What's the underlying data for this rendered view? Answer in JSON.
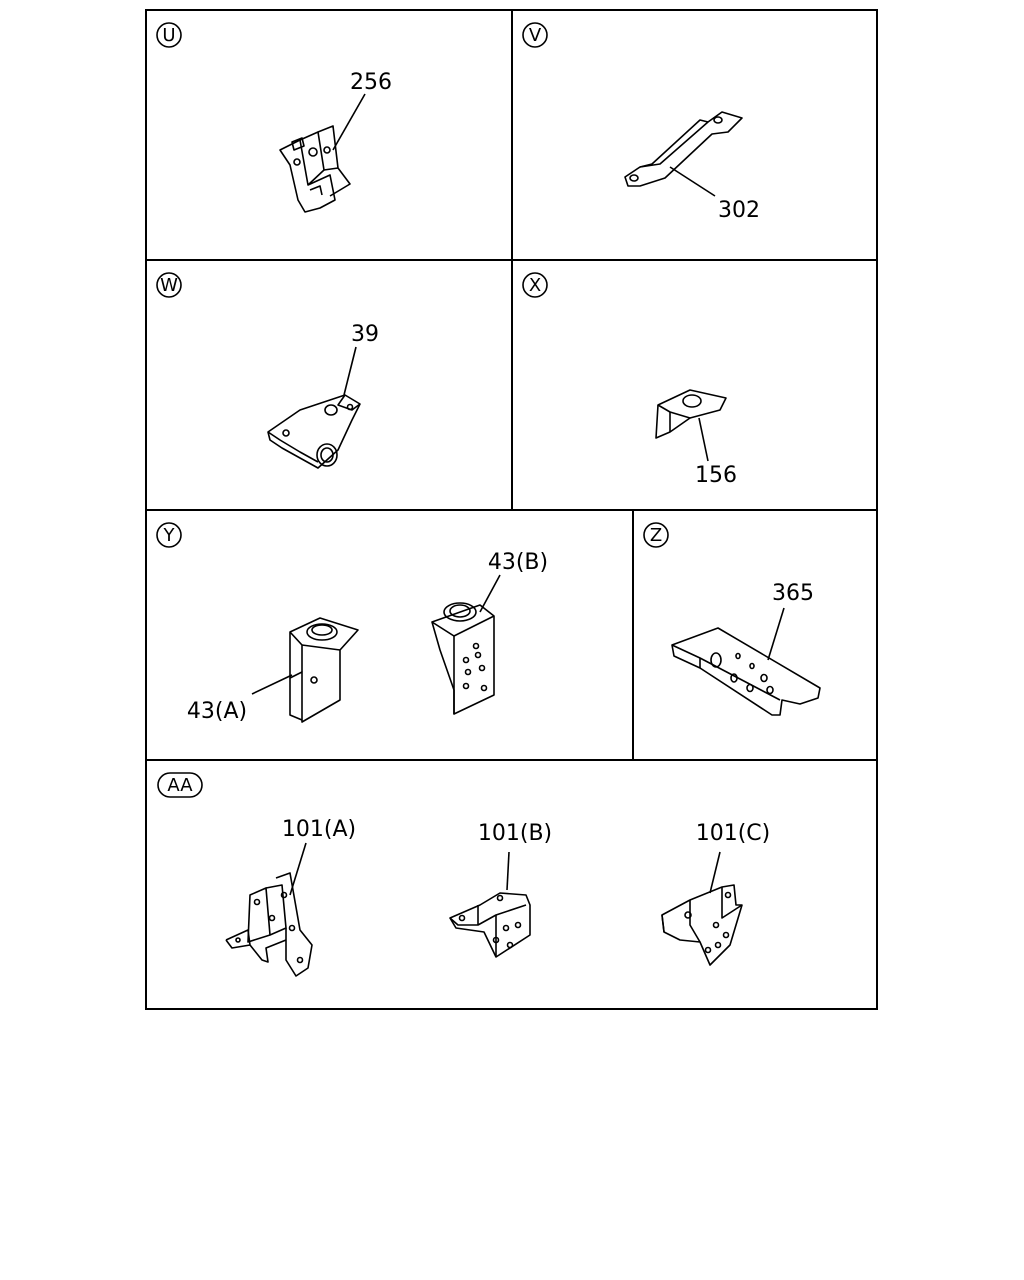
{
  "panels": {
    "u": {
      "tag": "U",
      "label": "256"
    },
    "v": {
      "tag": "V",
      "label": "302"
    },
    "w": {
      "tag": "W",
      "label": "39"
    },
    "x": {
      "tag": "X",
      "label": "156"
    },
    "y": {
      "tag": "Y",
      "label_a": "43(A)",
      "label_b": "43(B)"
    },
    "z": {
      "tag": "Z",
      "label": "365"
    },
    "aa": {
      "tag": "AA",
      "label_a": "101(A)",
      "label_b": "101(B)",
      "label_c": "101(C)"
    }
  }
}
